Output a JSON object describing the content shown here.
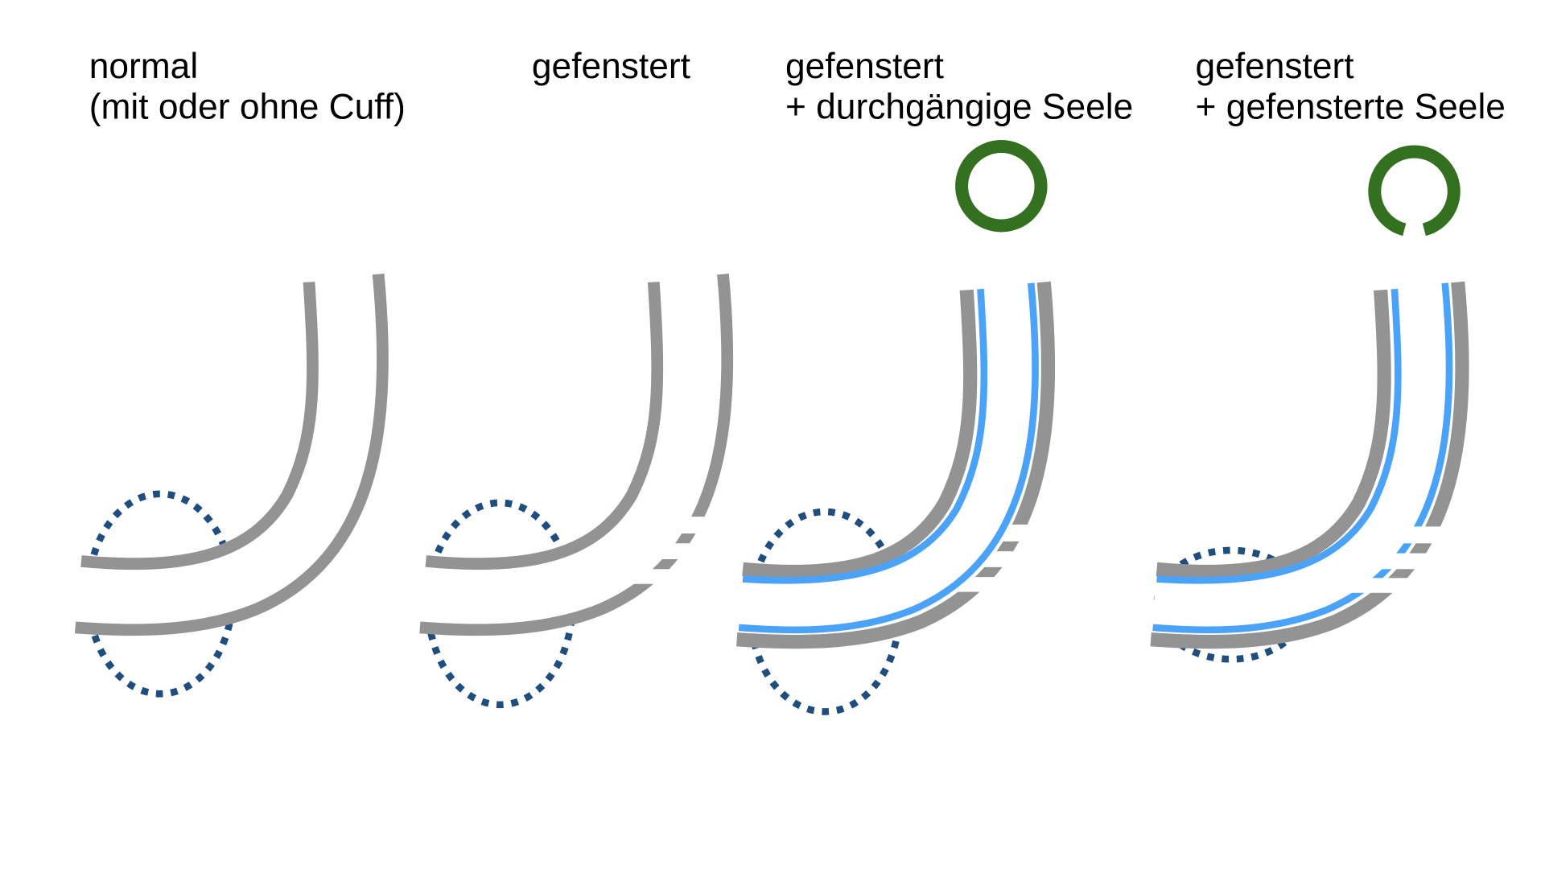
{
  "title": "Trachealkanülen-Typen",
  "colors": {
    "tube_wall": "#939393",
    "inner_cannula": "#4aa3f8",
    "cuff": "#1f4e7e",
    "cross_section": "#33701f",
    "background": "#ffffff",
    "text": "#000000"
  },
  "panels": [
    {
      "id": "normal",
      "label_lines": [
        "normal",
        "(mit oder ohne Cuff)"
      ],
      "fenestrated": false,
      "inner_cannula": "none",
      "cross_section": "none",
      "has_cuff": true
    },
    {
      "id": "gefenstert",
      "label_lines": [
        "gefenstert"
      ],
      "fenestrated": true,
      "inner_cannula": "none",
      "cross_section": "none",
      "has_cuff": true
    },
    {
      "id": "gefenstert-durchgaengige-seele",
      "label_lines": [
        "gefenstert",
        "+ durchgängige Seele"
      ],
      "fenestrated": true,
      "inner_cannula": "continuous",
      "cross_section": "closed-ring",
      "has_cuff": true
    },
    {
      "id": "gefenstert-gefensterte-seele",
      "label_lines": [
        "gefenstert",
        "+ gefensterte Seele"
      ],
      "fenestrated": true,
      "inner_cannula": "fenestrated",
      "cross_section": "open-ring",
      "has_cuff": true
    }
  ]
}
